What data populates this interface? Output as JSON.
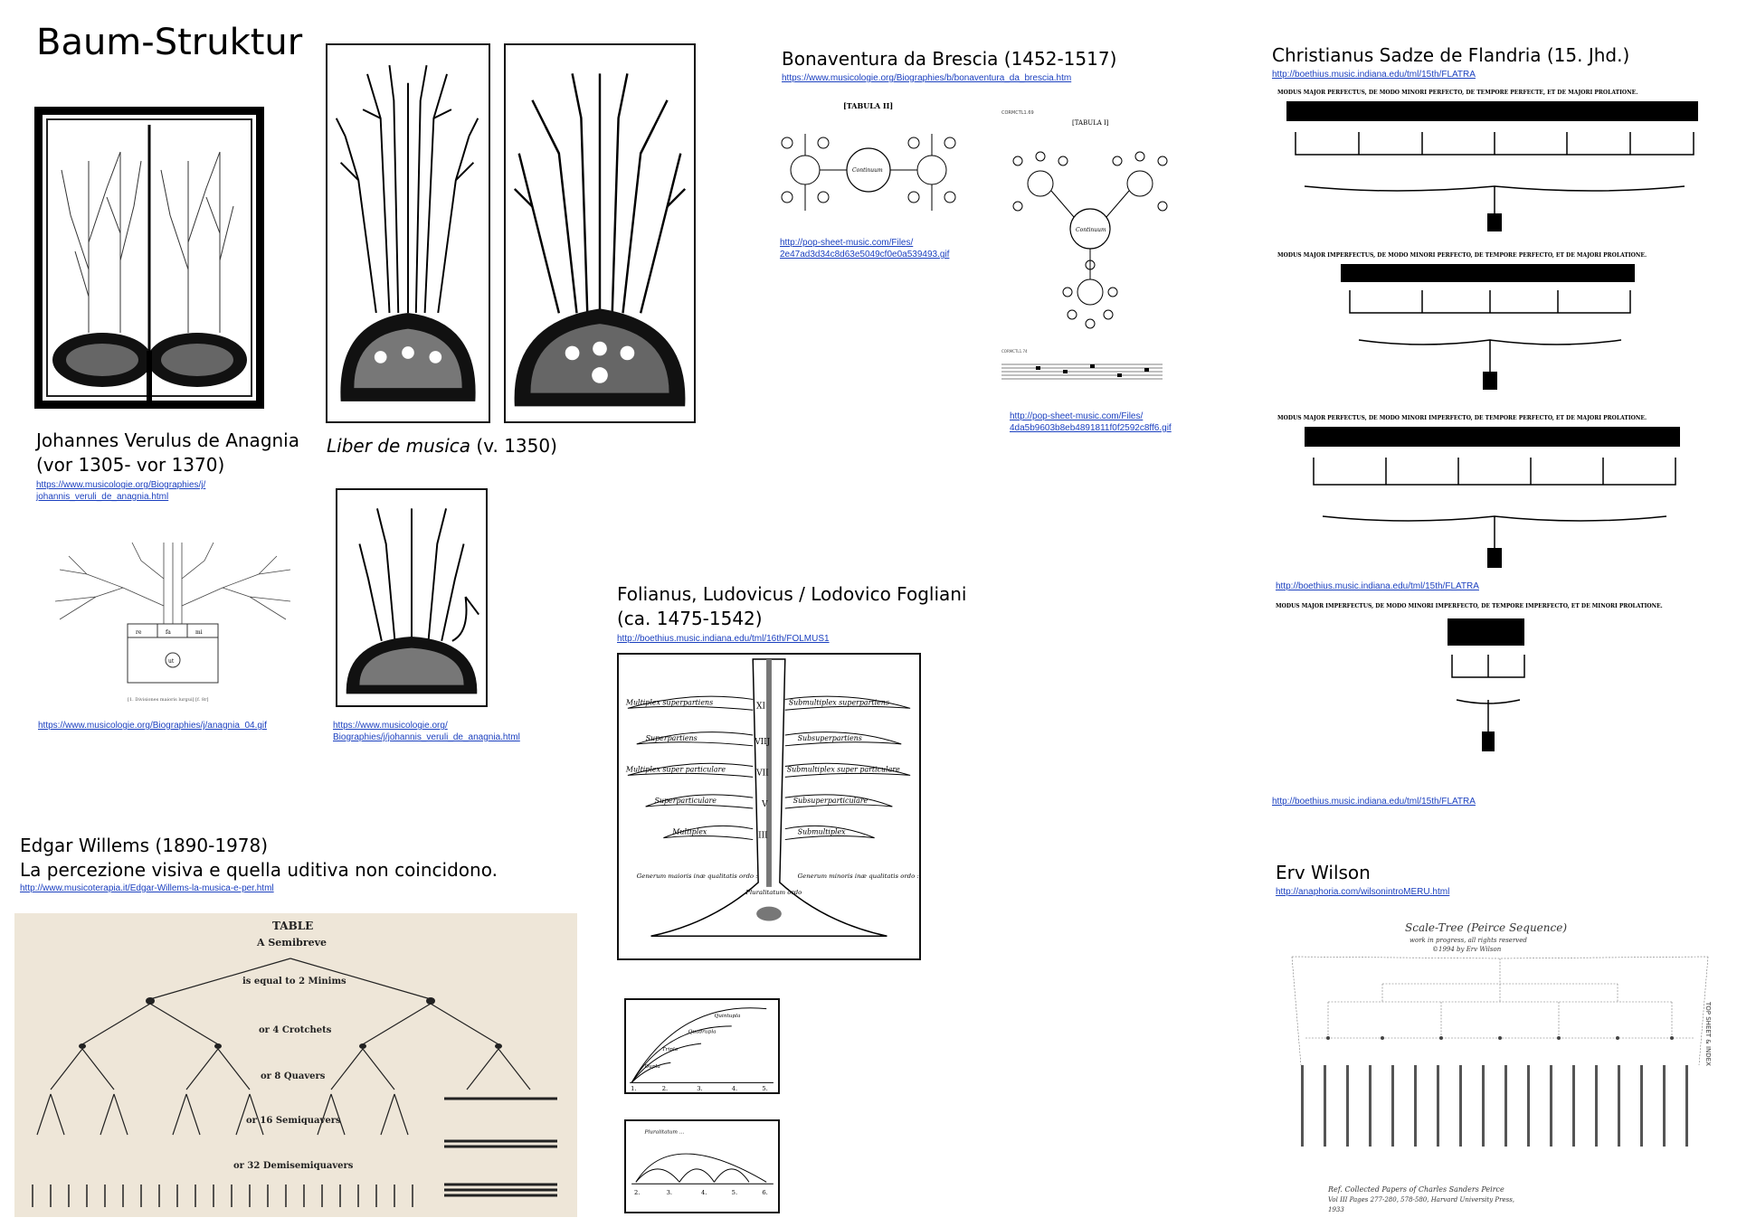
{
  "page": {
    "title": "Baum-Struktur"
  },
  "sections": {
    "verulus": {
      "caption_line1": "Johannes Verulus de Anagnia",
      "caption_line2": "(vor 1305- vor 1370)",
      "link_line1": "https://www.musicologie.org/Biographies/j/",
      "link_line2": "johannis_veruli_de_anagnia.html",
      "diagram_link": "https://www.musicologie.org/Biographies/j/anagnia_04.gif",
      "diagram_labels": [
        "re",
        "fa",
        "mi",
        "ut"
      ],
      "diagram_note": "[1. Divisiones maioris lurgui] [f. 8r]"
    },
    "liber": {
      "caption_italic": "Liber de musica",
      "caption_rest": " (v. 1350)",
      "link_line1": "https://www.musicologie.org/",
      "link_line2": "Biographies/j/johannis_veruli_de_anagnia.html"
    },
    "bonaventura": {
      "caption": "Bonaventura da Brescia (1452-1517)",
      "link": "https://www.musicologie.org/Biographies/b/bonaventura_da_brescia.htm",
      "tabula2_label": "[TABULA II]",
      "tabula1_label": "[TABULA I]",
      "center_label": "Continuum",
      "small_header": "CORMCTL1.69",
      "small_footer": "CORMCTL1.74",
      "link2_line1": "http://pop-sheet-music.com/Files/",
      "link2_line2": "2e47ad3d34c8d63e5049cf0e0a539493.gif",
      "link3_line1": "http://pop-sheet-music.com/Files/",
      "link3_line2": "4da5b9603b8eb4891811f0f2592c8ff6.gif"
    },
    "sadze": {
      "caption": "Christianus Sadze de Flandria (15. Jhd.)",
      "link_top": "http://boethius.music.indiana.edu/tml/15th/FLATRA",
      "link_mid": "http://boethius.music.indiana.edu/tml/15th/FLATRA",
      "link_bottom": "http://boethius.music.indiana.edu/tml/15th/FLATRA",
      "headers": [
        "MODUS MAJOR PERFECTUS, DE MODO MINORI PERFECTO, DE TEMPORE PERFECTE, ET DE MAJORI PROLATIONE.",
        "MODUS MAJOR IMPERFECTUS, DE MODO MINORI PERFECTO, DE TEMPORE PERFECTO, ET DE MAJORI PROLATIONE.",
        "MODUS MAJOR PERFECTUS, DE MODO MINORI IMPERFECTO, DE TEMPORE PERFECTO, ET DE MAJORI PROLATIONE.",
        "MODUS MAJOR IMPERFECTUS, DE MODO MINORI IMPERFECTO, DE TEMPORE IMPERFECTO, ET DE MINORI PROLATIONE."
      ]
    },
    "fogliani": {
      "caption_line1": "Folianus, Ludovicus / Lodovico Fogliani",
      "caption_line2": "(ca. 1475-1542)",
      "link": "http://boethius.music.indiana.edu/tml/16th/FOLMUS1",
      "left_labels": [
        "Multiplex superpartiens",
        "Superpartiens",
        "Multiplex super particulare",
        "Superparticulare",
        "Multiplex"
      ],
      "right_labels": [
        "Submultiplex superpartiens",
        "Subsuperpartiens",
        "Submultiplex super particulare",
        "Subsuperparticulare",
        "Submultiplex"
      ],
      "numerals": [
        "XI",
        "VIIJ",
        "VII",
        "V",
        "III"
      ],
      "bottom_left": "Generum maioris inæ qualitatis ordo :",
      "bottom_center": "Pluralitatum ordo",
      "bottom_right": "Generum minoris inæ qualitatis ordo :",
      "small1_labels": [
        "Quintupla",
        "Quadrupla",
        "Tripla",
        "Dupla"
      ],
      "small1_numbers": [
        "1.",
        "2.",
        "3.",
        "4.",
        "5."
      ],
      "small2_header": "Pluralitatum ... ",
      "small2_numbers": [
        "2.",
        "3.",
        "4.",
        "5.",
        "6."
      ]
    },
    "willems": {
      "caption_line1": "Edgar Willems (1890-1978)",
      "caption_line2": "La percezione visiva e quella uditiva non coincidono.",
      "link": "http://www.musicoterapia.it/Edgar-Willems-la-musica-e-per.html",
      "table_title": "TABLE",
      "table_sub": "A Semibreve",
      "levels": [
        "is equal to 2 Minims",
        "or 4 Crotchets",
        "or 8 Quavers",
        "or 16 Semiquavers",
        "or 32 Demisemiquavers"
      ]
    },
    "wilson": {
      "caption": "Erv Wilson",
      "link": "http://anaphoria.com/wilsonintroMERU.html",
      "chart_title": "Scale-Tree (Peirce Sequence)",
      "chart_sub1": "work in progress, all rights reserved",
      "chart_sub2": "©1994 by Erv Wilson",
      "side_note": "TOP SHEET & INDEX",
      "ref_line1": "Ref. Collected Papers of Charles Sanders Peirce",
      "ref_line2": "Vol III Pages 277-280, 578-580, Harvard University Press,",
      "ref_line3": "1933"
    }
  }
}
